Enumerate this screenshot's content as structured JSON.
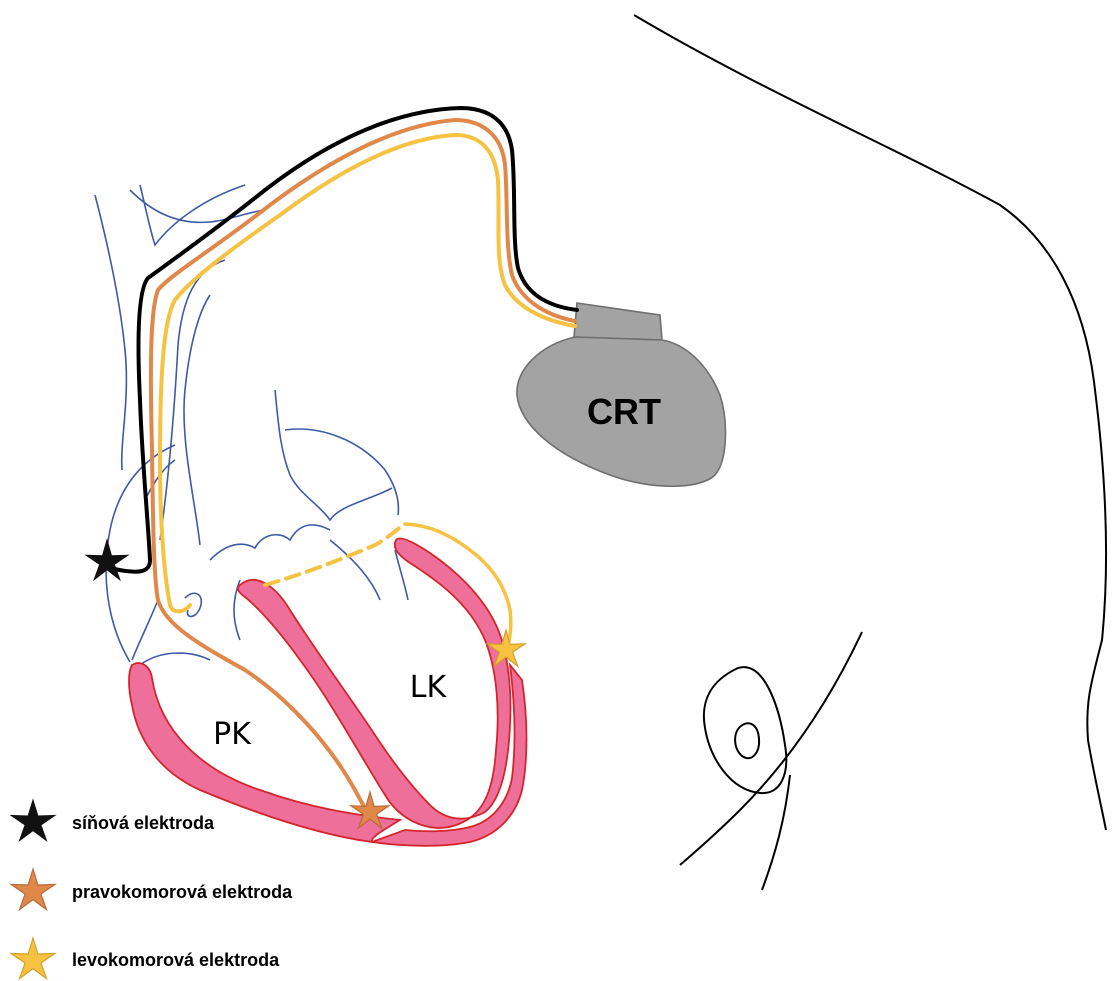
{
  "device": {
    "label": "CRT"
  },
  "chambers": {
    "right_ventricle": "PK",
    "left_ventricle": "LK"
  },
  "colors": {
    "atrial_lead": "#000000",
    "rv_lead": "#e0874a",
    "lv_lead": "#f5c242",
    "myocardium_fill": "#ee6f99",
    "myocardium_stroke": "#d2262c",
    "device_fill": "#a3a3a3",
    "device_stroke": "#6f6f6f",
    "vessel": "#3d5aa6",
    "body_outline": "#000000"
  },
  "legend": [
    {
      "icon": "black-star-icon",
      "color": "#111111",
      "label": "síňová elektroda"
    },
    {
      "icon": "orange-star-icon",
      "color": "#e0874a",
      "label": "pravokomorová elektroda"
    },
    {
      "icon": "yellow-star-icon",
      "color": "#f5c242",
      "label": "levokomorová elektroda"
    }
  ]
}
